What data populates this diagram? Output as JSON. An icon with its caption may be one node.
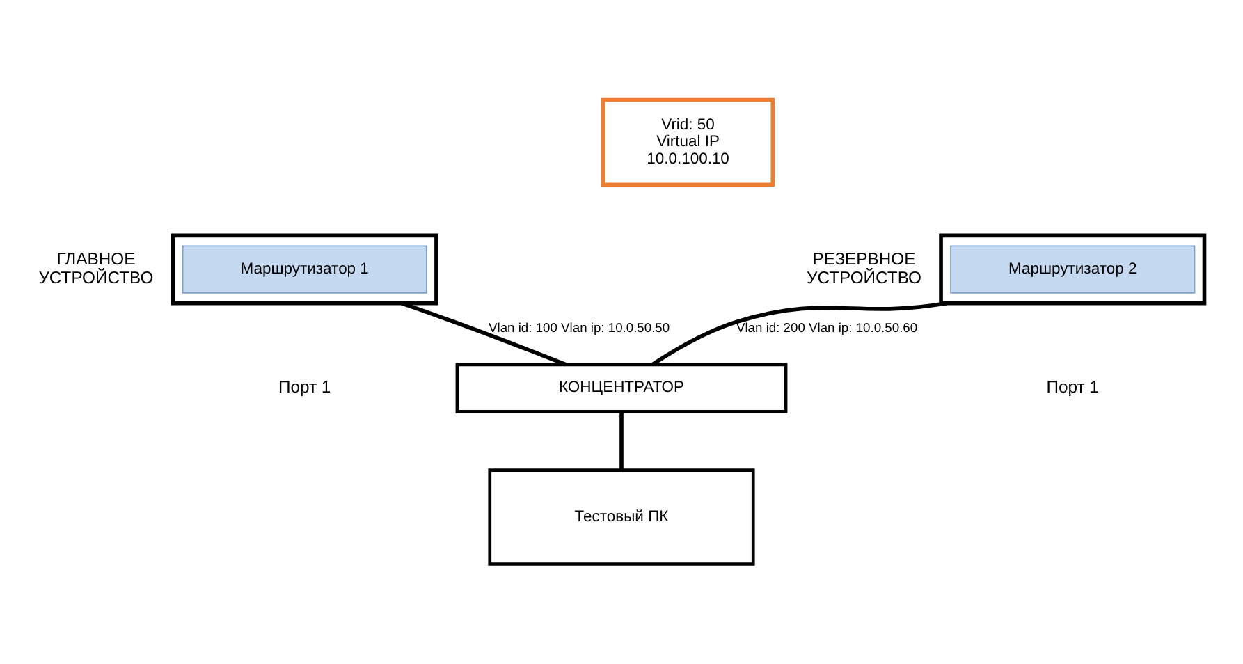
{
  "diagram": {
    "nodes": [
      {
        "text": [
          "Vrid: 50 Virtual IP 10.0.100.10"
        ]
      },
      {
        "text": [],
        "shape": "box"
      },
      {
        "text": [
          "Маршрутизатор 1"
        ],
        "in": 1
      },
      {
        "text": [],
        "shape": "box"
      },
      {
        "text": [
          "Маршрутизатор 2"
        ],
        "in": 3
      },
      {
        "text": [
          "КОНЦЕНТРАТОР"
        ]
      },
      {
        "text": [
          "Тестовый ПК"
        ]
      }
    ],
    "edges": [
      {
        "from": 1,
        "to": 5,
        "arrow": "none",
        "label": "Vlan id: 100 Vlan ip: 10.0.50.50"
      },
      {
        "from": 3,
        "to": 5,
        "arrow": "none",
        "label": "Vlan id: 200 Vlan ip: 10.0.50.60"
      },
      {
        "from": 5,
        "to": 6,
        "arrow": "none"
      }
    ],
    "labels": [
      "ГЛАВНОЕ УСТРОЙСТВО",
      "Порт 1",
      "РЕЗЕРВНОЕ УСТРОЙСТВО",
      "Порт 1"
    ]
  }
}
